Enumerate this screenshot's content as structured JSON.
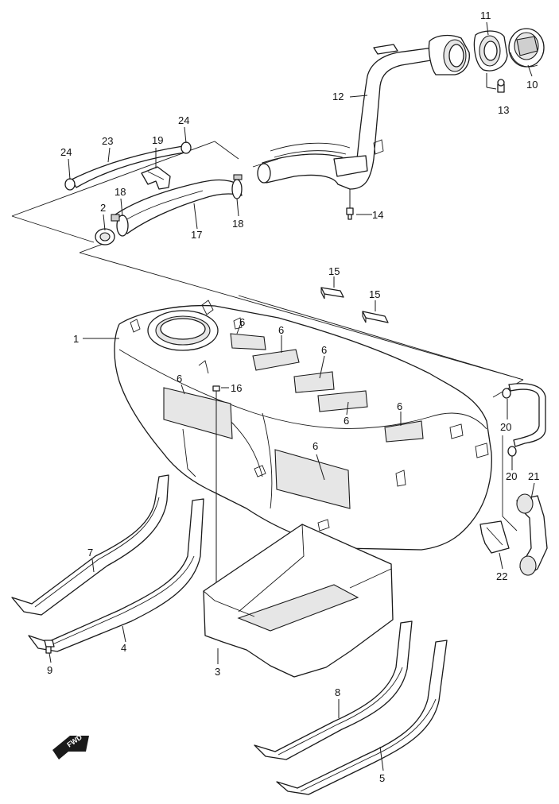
{
  "callouts": [
    {
      "id": "p1",
      "label": "1"
    },
    {
      "id": "p2",
      "label": "2"
    },
    {
      "id": "p3",
      "label": "3"
    },
    {
      "id": "p4",
      "label": "4"
    },
    {
      "id": "p5",
      "label": "5"
    },
    {
      "id": "p6a",
      "label": "6"
    },
    {
      "id": "p6b",
      "label": "6"
    },
    {
      "id": "p6c",
      "label": "6"
    },
    {
      "id": "p6d",
      "label": "6"
    },
    {
      "id": "p6e",
      "label": "6"
    },
    {
      "id": "p6f",
      "label": "6"
    },
    {
      "id": "p6g",
      "label": "6"
    },
    {
      "id": "p7",
      "label": "7"
    },
    {
      "id": "p8",
      "label": "8"
    },
    {
      "id": "p9",
      "label": "9"
    },
    {
      "id": "p10",
      "label": "10"
    },
    {
      "id": "p11",
      "label": "11"
    },
    {
      "id": "p12",
      "label": "12"
    },
    {
      "id": "p13",
      "label": "13"
    },
    {
      "id": "p14",
      "label": "14"
    },
    {
      "id": "p15a",
      "label": "15"
    },
    {
      "id": "p15b",
      "label": "15"
    },
    {
      "id": "p16",
      "label": "16"
    },
    {
      "id": "p17",
      "label": "17"
    },
    {
      "id": "p18a",
      "label": "18"
    },
    {
      "id": "p18b",
      "label": "18"
    },
    {
      "id": "p19",
      "label": "19"
    },
    {
      "id": "p20a",
      "label": "20"
    },
    {
      "id": "p20b",
      "label": "20"
    },
    {
      "id": "p21",
      "label": "21"
    },
    {
      "id": "p22",
      "label": "22"
    },
    {
      "id": "p23",
      "label": "23"
    },
    {
      "id": "p24a",
      "label": "24"
    },
    {
      "id": "p24b",
      "label": "24"
    }
  ],
  "fwd_badge": {
    "text": "FWD"
  },
  "icons": {
    "fwd": "forward-arrow-icon"
  }
}
